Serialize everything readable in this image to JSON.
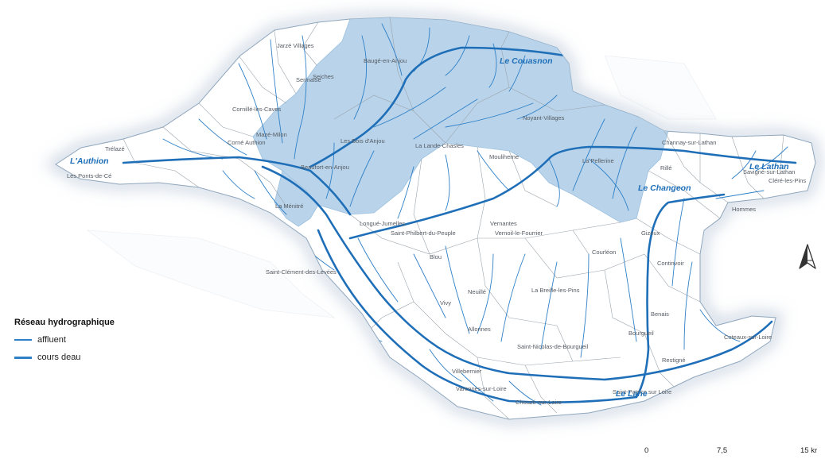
{
  "colors": {
    "basin_fill": "#b9d4ea",
    "river": "#2f80c7",
    "river_major": "#1f6fb8",
    "commune_border": "#9aa3ab",
    "land": "#ffffff"
  },
  "legend": {
    "title": "Réseau hydrographique",
    "items": [
      {
        "label": "affluent",
        "style": "thin-line"
      },
      {
        "label": "cours deau",
        "style": "thick-line"
      }
    ]
  },
  "scale_bar": {
    "labels": [
      "0",
      "7,5",
      "15 kr"
    ]
  },
  "north_arrow": {
    "icon": "north-arrow-icon"
  },
  "rivers": [
    {
      "id": "conasnon",
      "label": "Le Couasnon"
    },
    {
      "id": "authion",
      "label": "L'Authion"
    },
    {
      "id": "lathan",
      "label": "Le Lathan"
    },
    {
      "id": "changeon",
      "label": "Le Changeon"
    },
    {
      "id": "lane",
      "label": "Le Lane"
    }
  ],
  "places": [
    "Jarzé Villages",
    "Baugé-en-Anjou",
    "Seiches",
    "Sermaise",
    "Cornillé-les-Caves",
    "Mazé-Milon",
    "Les Bois d'Anjou",
    "Corné Authion",
    "Trélazé",
    "Les Ponts-de-Cé",
    "Beaufort-en-Anjou",
    "La Lande-Chasles",
    "Mouliherne",
    "Noyant-Villages",
    "La Pellerine",
    "Channay-sur-Lathan",
    "Savigné-sur-Lathan",
    "Cléré-les-Pins",
    "Rillé",
    "Hommes",
    "La Ménitré",
    "Longué-Jumelles",
    "Saint-Philbert-du-Peuple",
    "Vernantes",
    "Vernoil-le-Fourrier",
    "Courléon",
    "Gizeux",
    "Continvoir",
    "Blou",
    "Saint-Clément-des-Levées",
    "Neuillé",
    "La Breille-les-Pins",
    "Vivy",
    "Allonnes",
    "Benais",
    "Bourgueil",
    "Coteaux-sur-Loire",
    "Saint-Nicolas-de-Bourgueil",
    "Restigné",
    "Villebernier",
    "Varennes-sur-Loire",
    "Chouzé-sur-Loire",
    "Saint-Patrice sur Loire"
  ]
}
